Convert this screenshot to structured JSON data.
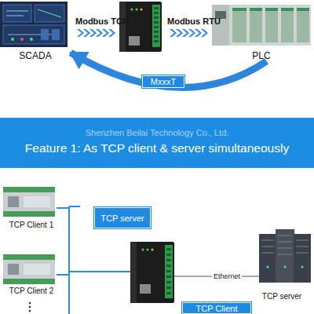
{
  "diagram": {
    "title": "Feature 1: As TCP client & server simultaneously",
    "nodes": [
      {
        "text": [
          "SCADA"
        ]
      },
      {
        "text": [
          "PLC"
        ]
      },
      {
        "text": [
          "MxxxT"
        ]
      },
      {
        "text": [
          "TCP Client 1"
        ]
      },
      {
        "text": [
          "TCP server"
        ]
      },
      {
        "text": [
          "TCP server"
        ]
      },
      {
        "text": [
          "TCP Client 2"
        ]
      },
      {
        "text": [
          "TCP Client"
        ]
      }
    ],
    "edges": [
      {
        "from": 1,
        "to": 0,
        "arrow": "to"
      }
    ],
    "labels": [
      "Modbus TCP",
      "Modbus RTU",
      "Shenzhen Beilai Technology Co., Ltd.",
      "Ethernet"
    ]
  }
}
